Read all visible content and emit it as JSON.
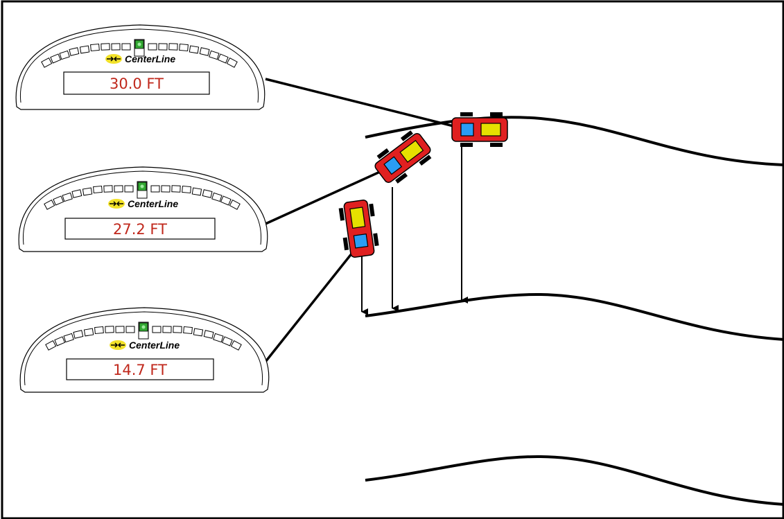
{
  "colors": {
    "background": "#ffffff",
    "line": "#000000",
    "distance_text": "#c0281c",
    "indicator_led": "#33a833",
    "tractor_body": "#e02020",
    "tractor_cab": "#2a9df4",
    "tractor_hood": "#e6e000",
    "logo_badge": "#f2e22a"
  },
  "gauges": [
    {
      "brand": "CenterLine",
      "distance": "30.0 FT",
      "logo_icon": "centerline-arrows-icon"
    },
    {
      "brand": "CenterLine",
      "distance": "27.2 FT",
      "logo_icon": "centerline-arrows-icon"
    },
    {
      "brand": "CenterLine",
      "distance": "14.7 FT",
      "logo_icon": "centerline-arrows-icon"
    }
  ],
  "tractor_icon": "tractor-topdown-icon"
}
